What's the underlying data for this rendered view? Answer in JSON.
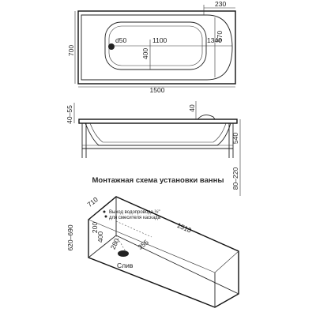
{
  "top_view": {
    "dim_230": "230",
    "dim_700": "700",
    "dim_d50": "d50",
    "dim_1100": "1100",
    "dim_1340": "1340",
    "dim_570": "570",
    "dim_400": "400",
    "dim_1500": "1500"
  },
  "side_view": {
    "dim_40_55": "40–55",
    "dim_40": "40",
    "dim_540": "540",
    "dim_80_220": "80–220"
  },
  "caption": "Монтажная схема установки ванны",
  "install_view": {
    "dim_710": "710",
    "dim_200": "200",
    "water_outlet_line1": "Выход водопровода ½\"",
    "water_outlet_line2": "для смесителя каскада",
    "dim_1510": "1510",
    "dim_620_690": "620–690",
    "dim_400": "400",
    "dim_280": "280",
    "dim_355": "355",
    "drain_label": "Слив"
  }
}
